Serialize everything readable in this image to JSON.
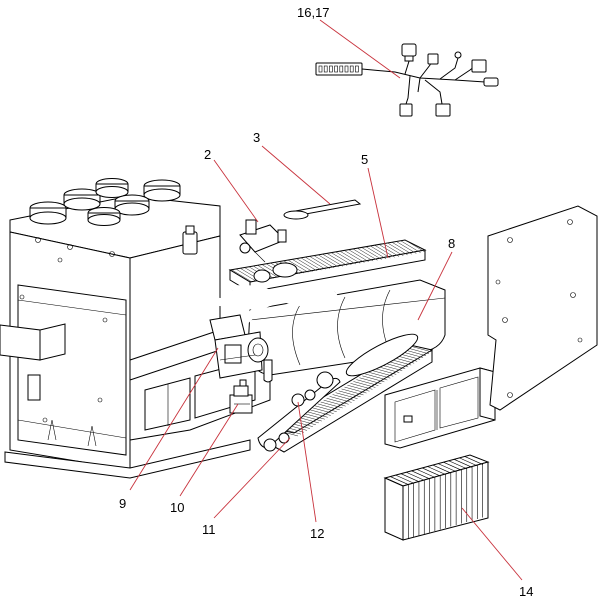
{
  "callouts": {
    "c16_17": "16,17",
    "c2": "2",
    "c3": "3",
    "c5": "5",
    "c8": "8",
    "c9": "9",
    "c10": "10",
    "c11": "11",
    "c12": "12",
    "c14": "14"
  },
  "colors": {
    "leader": "#c8323c",
    "line": "#000000",
    "background": "#ffffff"
  }
}
